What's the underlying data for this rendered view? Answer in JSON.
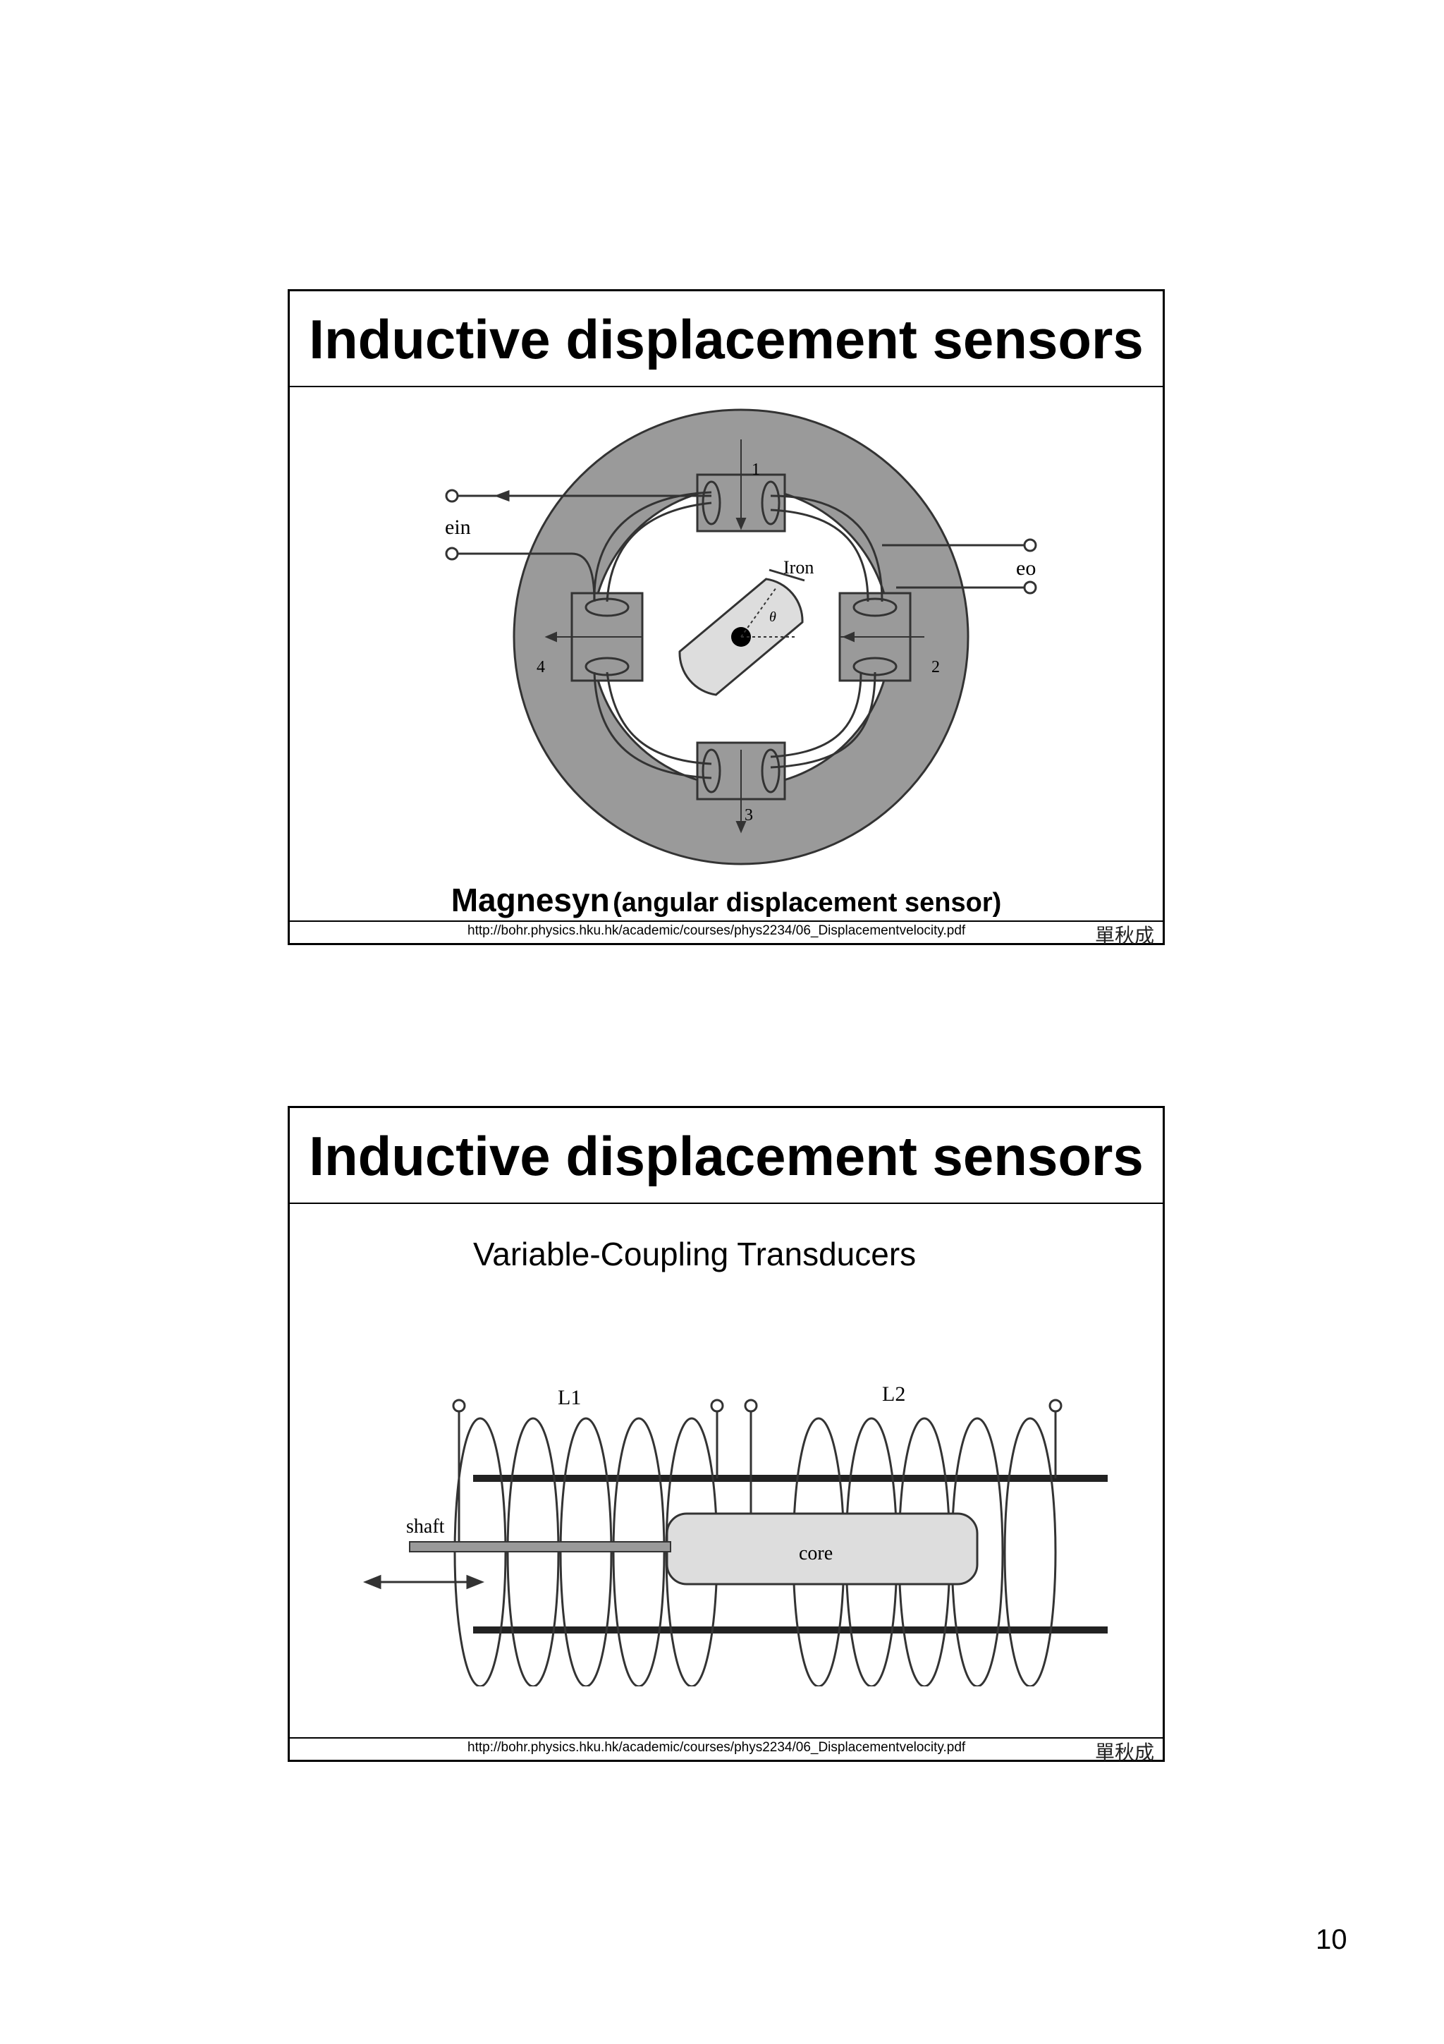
{
  "page": {
    "number": "10"
  },
  "slides": [
    {
      "title": "Inductive displacement sensors",
      "figure": {
        "labels": {
          "pole1": "1",
          "pole2": "2",
          "pole3": "3",
          "pole4": "4",
          "iron": "Iron",
          "ein": "ein",
          "eo": "eo",
          "theta": "θ"
        }
      },
      "caption": {
        "main": "Magnesyn",
        "sub": "(angular displacement sensor)"
      },
      "footer": {
        "url": "http://bohr.physics.hku.hk/academic/courses/phys2234/06_Displacementvelocity.pdf",
        "author": "單秋成"
      }
    },
    {
      "title": "Inductive displacement sensors",
      "subtitle": "Variable-Coupling Transducers",
      "figure": {
        "labels": {
          "coil1": "L1",
          "coil2": "L2",
          "shaft": "shaft",
          "core": "core"
        }
      },
      "footer": {
        "url": "http://bohr.physics.hku.hk/academic/courses/phys2234/06_Displacementvelocity.pdf",
        "author": "單秋成"
      }
    }
  ]
}
